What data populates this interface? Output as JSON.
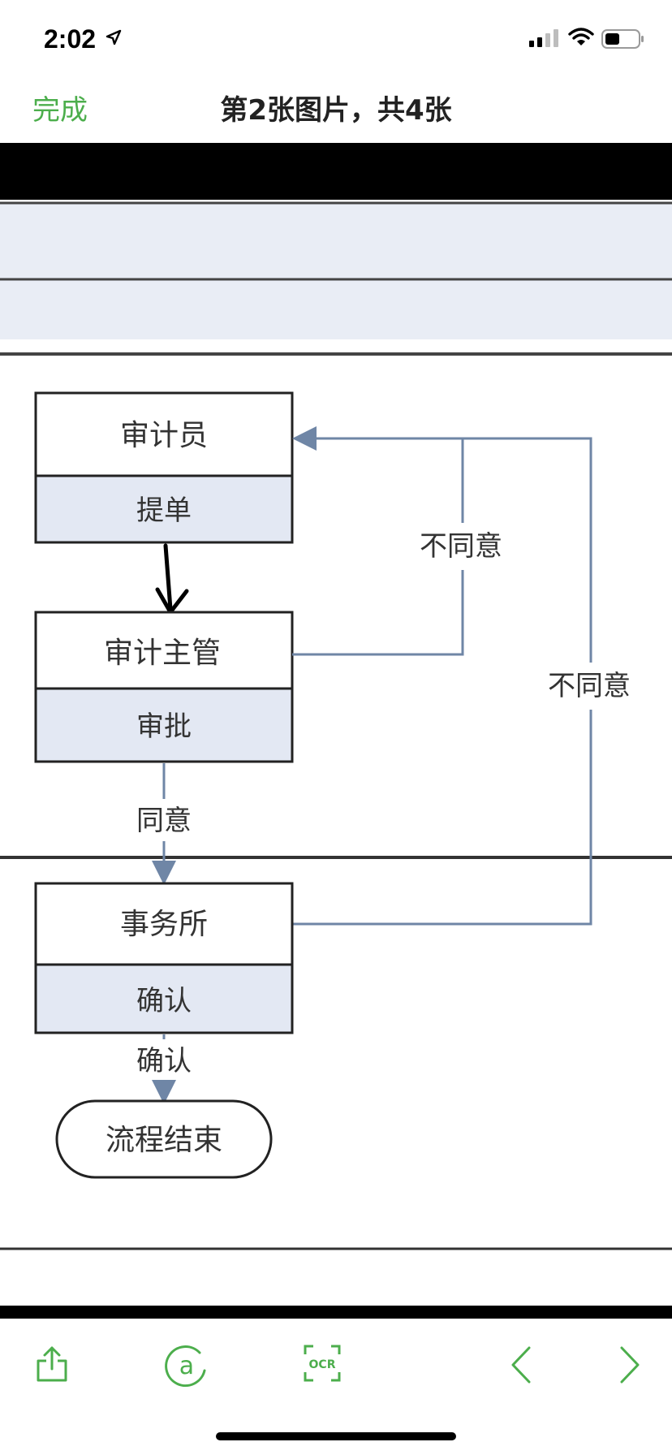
{
  "status_bar": {
    "time": "2:02"
  },
  "nav": {
    "done_label": "完成",
    "title": "第2张图片，共4张"
  },
  "diagram": {
    "nodes": [
      {
        "role": "审计员",
        "action": "提单"
      },
      {
        "role": "审计主管",
        "action": "审批"
      },
      {
        "role": "事务所",
        "action": "确认"
      }
    ],
    "end_label": "流程结束",
    "edge_labels": {
      "reject_1": "不同意",
      "reject_2": "不同意",
      "approve": "同意",
      "confirm": "确认"
    }
  },
  "toolbar": {
    "icons": [
      "share-icon",
      "mention-icon",
      "ocr-icon",
      "chevron-left-icon",
      "chevron-right-icon"
    ],
    "ocr_label": "OCR",
    "mention_label": "a"
  },
  "colors": {
    "accent": "#4cae4c",
    "flow_line": "#6f86a6",
    "lane_fill": "#e9edf5"
  }
}
